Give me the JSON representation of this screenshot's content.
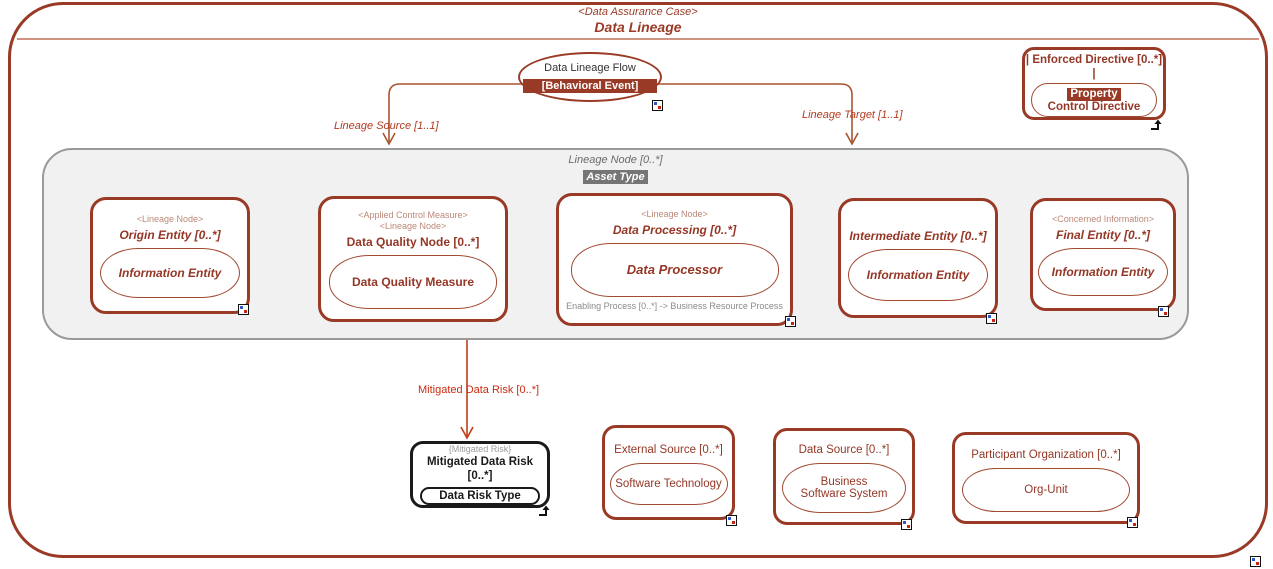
{
  "colors": {
    "accent_brown": "#993a26",
    "stereotype_brown": "#bb8878",
    "edge_red": "#a9542e",
    "mitigated_edge_red": "#c03a18",
    "container_gray_fill": "#f1f1f1",
    "container_gray_border": "#9a9a9a",
    "asset_type_badge_bg": "#757575",
    "highlight_text": "#ffffff"
  },
  "frame": {
    "stereotype": "<Data Assurance Case>",
    "title": "Data Lineage"
  },
  "flow_event": {
    "label": "Data Lineage Flow",
    "badge": "[Behavioral Event]"
  },
  "enforced_directive": {
    "title": "| Enforced Directive [0..*] |",
    "badge": "Property",
    "inner": "Control Directive"
  },
  "edges": {
    "lineage_source": "Lineage Source [1..1]",
    "lineage_target": "Lineage Target [1..1]",
    "mitigated_risk": "Mitigated Data Risk [0..*]"
  },
  "lineage_container": {
    "title": "Lineage Node [0..*]",
    "badge": "Asset Type"
  },
  "lineage_nodes": [
    {
      "stereotype1": "<Lineage Node>",
      "title": "Origin Entity [0..*]",
      "inner": "Information Entity"
    },
    {
      "stereotype1": "<Applied Control Measure>",
      "stereotype2": "<Lineage Node>",
      "title": "Data Quality Node [0..*]",
      "inner": "Data Quality Measure"
    },
    {
      "stereotype1": "<Lineage Node>",
      "title": "Data Processing [0..*]",
      "inner": "Data Processor",
      "footnote": "Enabling Process [0..*] -> Business Resource Process"
    },
    {
      "title": "Intermediate Entity [0..*]",
      "inner": "Information Entity"
    },
    {
      "stereotype1": "<Concerned Information>",
      "title": "Final Entity [0..*]",
      "inner": "Information Entity"
    }
  ],
  "mitigated_risk_node": {
    "stereotype": "{Mitigated Risk}",
    "title": "Mitigated Data Risk [0..*]",
    "inner": "Data Risk Type"
  },
  "bottom_nodes": [
    {
      "title": "External Source [0..*]",
      "inner": "Software Technology"
    },
    {
      "title": "Data Source [0..*]",
      "inner": "Business Software System"
    },
    {
      "title": "Participant Organization [0..*]",
      "inner": "Org-Unit"
    }
  ]
}
